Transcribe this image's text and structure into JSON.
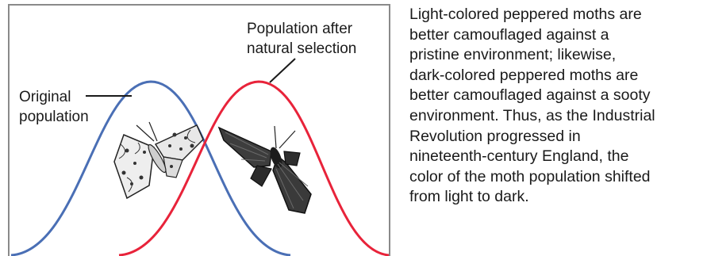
{
  "diagram": {
    "labels": {
      "original_line1": "Original",
      "original_line2": "population",
      "after_line1": "Population after",
      "after_line2": "natural selection"
    },
    "curves": [
      {
        "name": "Original population",
        "color": "#4a6fb5",
        "shown": "bell curve peaking on the left"
      },
      {
        "name": "Population after natural selection",
        "color": "#e8233a",
        "shown": "bell curve peaking on the right"
      }
    ],
    "icons": [
      "light-moth-icon",
      "dark-moth-icon"
    ]
  },
  "caption": {
    "lines": [
      "Light-colored peppered moths are",
      "better camouflaged against a",
      "pristine environment; likewise,",
      "dark-colored peppered moths are",
      "better camouflaged against a sooty",
      "environment. Thus, as the Industrial",
      "Revolution progressed in",
      "nineteenth-century England, the",
      "color of the moth population shifted",
      "from light to dark."
    ]
  },
  "colors": {
    "original_curve": "#4a6fb5",
    "selected_curve": "#e8233a",
    "frame": "#8a8a8a",
    "text": "#1a1a1a"
  }
}
